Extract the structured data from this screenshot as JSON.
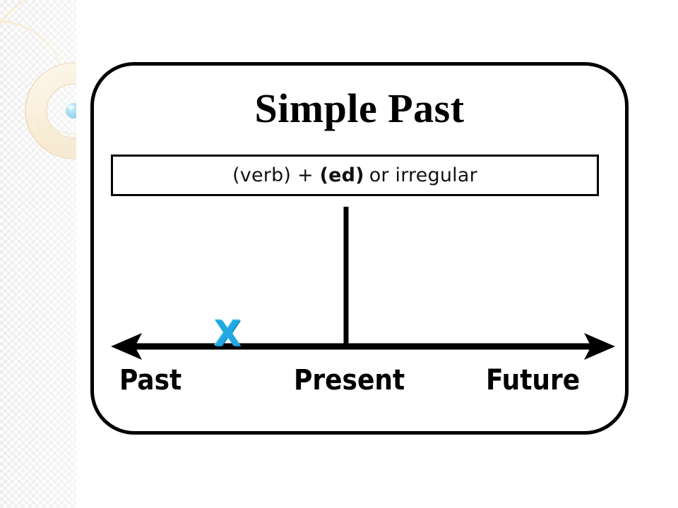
{
  "slide": {
    "title": "Simple Past",
    "formula": {
      "prefix": "(verb) + ",
      "bold_part": "(ed)",
      "suffix": "or  irregular"
    },
    "marker": {
      "symbol": "X",
      "color": "#21a8e2",
      "position": "past"
    },
    "timeline": {
      "labels": {
        "past": "Past",
        "present": "Present",
        "future": "Future"
      },
      "arrow_color": "#000000"
    },
    "card": {
      "border_color": "#000000",
      "background": "#ffffff"
    },
    "sidebar": {
      "ring_color": "#efd9a8",
      "ring_highlight": "#fbf1dd",
      "sphere_color": "#3ab6e8",
      "arc_color": "#f6e4bf"
    }
  }
}
